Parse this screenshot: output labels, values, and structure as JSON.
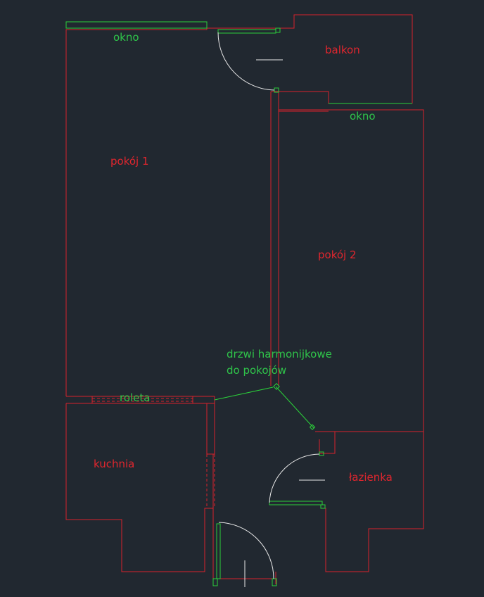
{
  "colors": {
    "background": "#212830",
    "wall": "#d8222b",
    "room_label": "#e0262e",
    "window_door": "#2bd13a",
    "door_swing": "#e8e8e8"
  },
  "labels": {
    "okno_top": "okno",
    "balkon": "balkon",
    "okno_right": "okno",
    "pokoj1": "pokój 1",
    "pokoj2": "pokój 2",
    "drzwi_line1": "drzwi harmonijkowe",
    "drzwi_line2": "do pokojów",
    "roleta": "roleta",
    "kuchnia": "kuchnia",
    "lazienka": "łazienka"
  }
}
